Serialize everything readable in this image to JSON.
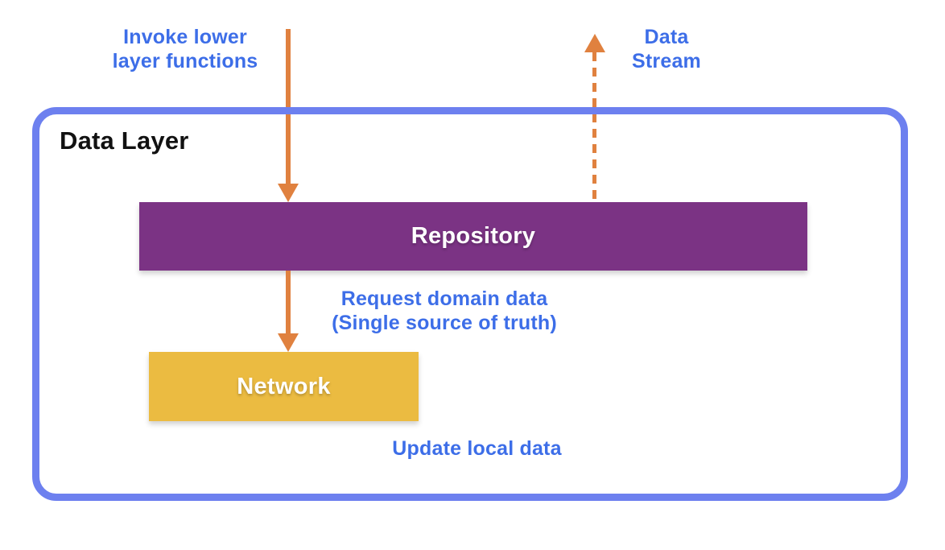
{
  "diagram": {
    "frame_title": "Data Layer",
    "annotations": {
      "invoke": "Invoke lower\nlayer functions",
      "stream": "Data\nStream",
      "request": "Request domain data\n(Single source of truth)",
      "update": "Update local data"
    },
    "nodes": {
      "repository": {
        "label": "Repository"
      },
      "network": {
        "label": "Network"
      }
    },
    "arrows": [
      {
        "id": "invoke-arrow",
        "style": "solid",
        "direction": "down",
        "from": "top",
        "to": "repository"
      },
      {
        "id": "request-arrow",
        "style": "solid",
        "direction": "down",
        "from": "repository",
        "to": "network"
      },
      {
        "id": "data-stream-arrow",
        "style": "dashed",
        "direction": "up",
        "from": "repository",
        "to": "top"
      }
    ]
  },
  "colors": {
    "background": "#FFFFFF",
    "annotation_blue": "#3D6EE8",
    "frame_blue": "#6D80EF",
    "arrow_orange": "#E0813F",
    "repository_purple": "#7B3384",
    "network_yellow": "#EBBB41",
    "title_black": "#111111",
    "node_text": "#FFFFFF"
  }
}
